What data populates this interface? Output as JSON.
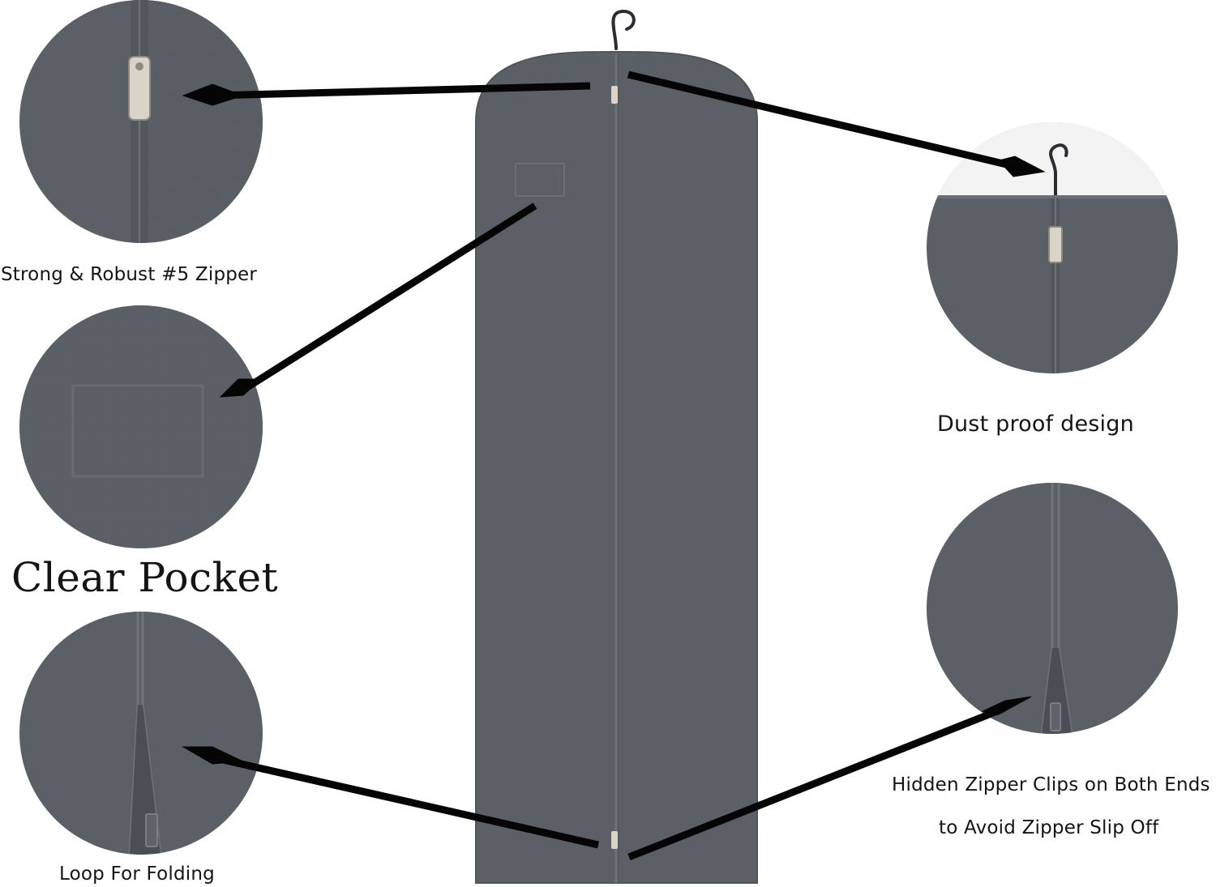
{
  "labels": {
    "zipper": "Strong & Robust #5 Zipper",
    "pocket": "Clear Pocket",
    "folding": "Loop For Folding",
    "dust_proof": "Dust proof design",
    "hidden_clips_line1": "Hidden Zipper Clips on Both Ends",
    "hidden_clips_line2": "to Avoid Zipper Slip Off"
  },
  "colors": {
    "fabric": "#5b6066",
    "fabric_dark": "#50555b",
    "seam": "#6d7278",
    "zipper_pull": "#d8d4c8",
    "arrow": "#050505",
    "hanger": "#2a2d31"
  }
}
